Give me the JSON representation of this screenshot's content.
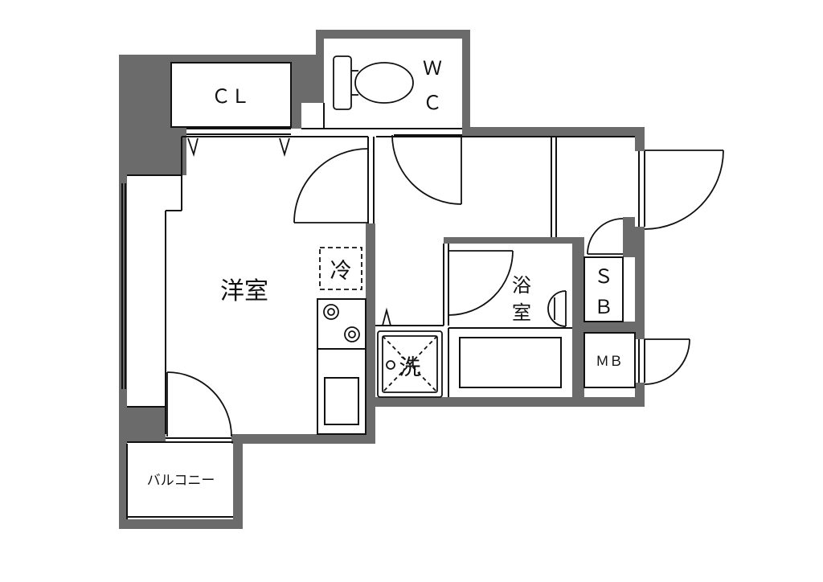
{
  "rooms": {
    "closet": "ＣＬ",
    "toilet_line1": "Ｗ",
    "toilet_line2": "Ｃ",
    "western_room": "洋室",
    "fridge": "冷",
    "washer": "洗",
    "bath_line1": "浴",
    "bath_line2": "室",
    "shoe_box_line1": "Ｓ",
    "shoe_box_line2": "Ｂ",
    "meter_box": "ＭＢ",
    "balcony": "バルコニー"
  },
  "colors": {
    "wall": "#6b6b6b",
    "line": "#111111",
    "background": "#ffffff"
  }
}
